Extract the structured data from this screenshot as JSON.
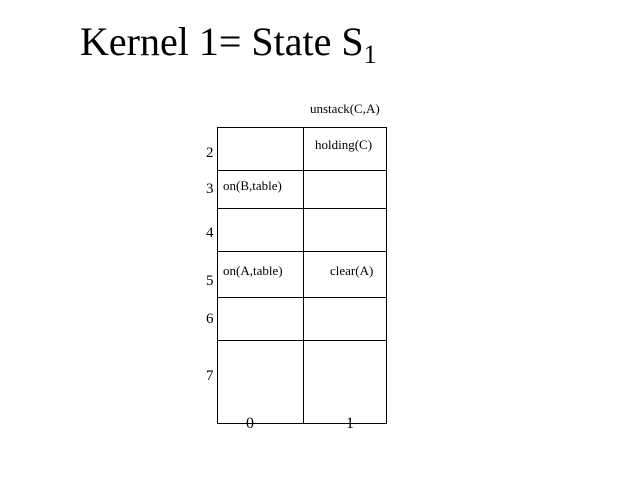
{
  "title": {
    "main": "Kernel 1= State S",
    "subscript": "1"
  },
  "column_header": "unstack(C,A)",
  "row_labels": [
    "2",
    "3",
    "4",
    "5",
    "6",
    "7"
  ],
  "column_labels": [
    "0",
    "1"
  ],
  "cells": {
    "col1_row2": "holding(C)",
    "col0_row3": "on(B,table)",
    "col0_row5": "on(A,table)",
    "col1_row5": "clear(A)"
  }
}
